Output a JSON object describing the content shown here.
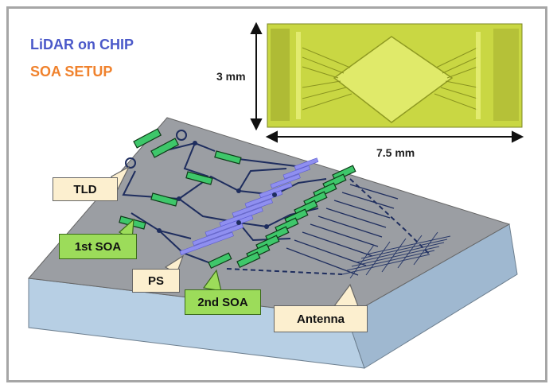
{
  "title": {
    "line1": "LiDAR on CHIP",
    "line2": "SOA SETUP",
    "line1_color": "#4b59c9",
    "line2_color": "#f0822d"
  },
  "dimensions": {
    "height": "3 mm",
    "width": "7.5 mm"
  },
  "callouts": {
    "tld": "TLD",
    "soa1": "1st SOA",
    "ps": "PS",
    "soa2": "2nd SOA",
    "antenna": "Antenna"
  },
  "colors": {
    "chip_top": "#9b9ea3",
    "chip_side": "#b7cfe4",
    "soa_green": "#3ec76a",
    "phase_shifter": "#8f8ff0",
    "micrograph": "#c9d743"
  }
}
